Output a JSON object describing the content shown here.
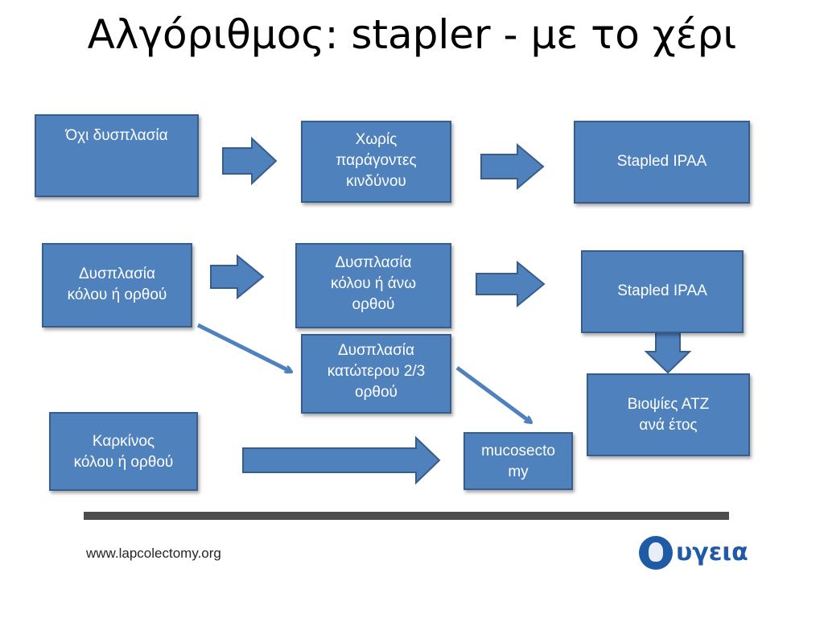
{
  "title": "Αλγόριθμος: stapler - με το χέρι",
  "boxes": {
    "no_dysplasia": "Όχι  δυσπλασία",
    "no_risk_factors": "Χωρίς\nπαράγοντες\nκινδύνου",
    "stapled_ipaa_1": "Stapled IPAA",
    "dysplasia_colon_rectum": "Δυσπλασία\nκόλου ή ορθού",
    "dysplasia_colon_upper_rectum": "Δυσπλασία\nκόλου ή άνω\nορθού",
    "stapled_ipaa_2": "Stapled IPAA",
    "dysplasia_lower_rectum": "Δυσπλασία\nκατώτερου 2/3\nορθού",
    "biopsies_atz": "Βιοψίες  ΑΤΖ\nανά έτος",
    "cancer_colon_rectum": "Καρκίνος\nκόλου ή ορθού",
    "mucosectomy": "mucosecto\nmy"
  },
  "footer": {
    "url": "www.lapcolectomy.org",
    "logo_text": "υγεια",
    "logo_icon": "hygeia-logo-icon"
  },
  "colors": {
    "box_fill": "#4f81bd",
    "box_border": "#385d8a",
    "divider": "#4d4d4f",
    "logo": "#1f5aa6"
  }
}
